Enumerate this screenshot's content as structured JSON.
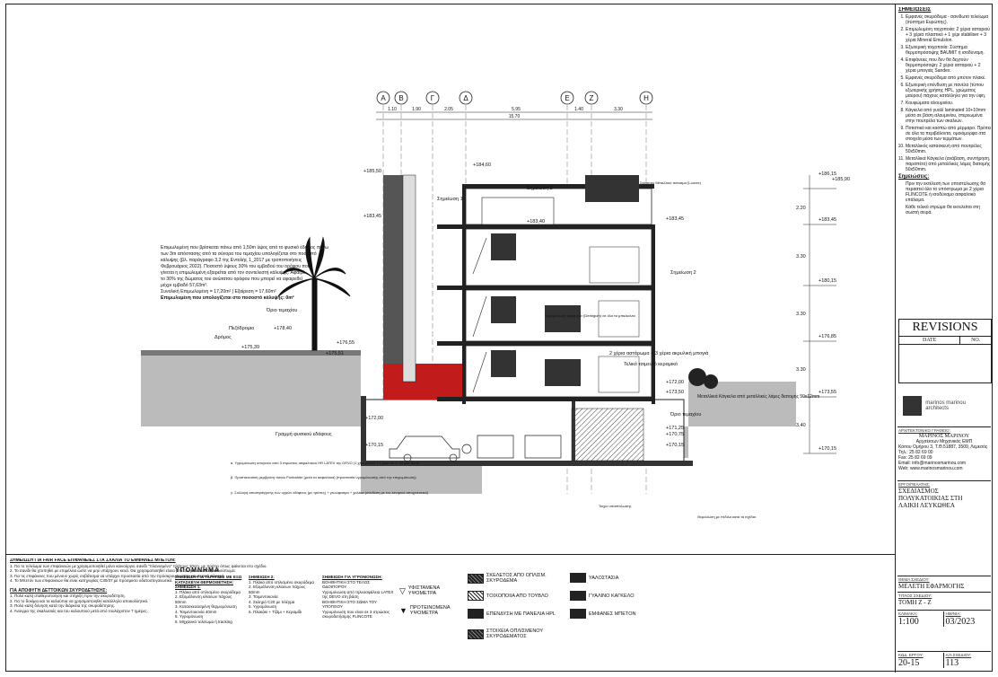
{
  "drawing": {
    "grid_labels": [
      "Α",
      "Β",
      "Γ",
      "Δ",
      "Ε",
      "Ζ",
      "Η"
    ],
    "grid_dims": [
      "1.10",
      "1.90",
      "2.05",
      "5.95",
      "1.40",
      "3.30"
    ],
    "grid_total": "15.70",
    "levels_left": [
      "+185,50",
      "+183,45",
      "+178,40",
      "+176,55",
      "+175,39",
      "+175,51",
      "+172,00",
      "+170,15"
    ],
    "levels_mid": [
      "+184,60",
      "+183,40",
      "+183,45",
      "+172,00",
      "+173,50"
    ],
    "levels_right": [
      "+186,15",
      "+185,90",
      "+183,45",
      "+180,15",
      "+176,85",
      "+173,55",
      "+170,15"
    ],
    "level_gaps": [
      "2.20",
      "3.30",
      "3.30",
      "3.30",
      "3.40"
    ],
    "rear_levels": [
      "+171,25",
      "+170,75",
      "+170,15"
    ],
    "labels": {
      "marker1": "Σημείωση 1",
      "marker2a": "Σημείωση 2",
      "marker2b": "Σημείωση 2",
      "plot_limit": "Όριο τεμαχίου",
      "plot_limit2": "Όριο τεμαχίου",
      "sidewalk": "Πεζόδρομιο",
      "road": "Δρόμος",
      "road_level": "Γραμμή φυσικού εδάφους",
      "roof_note": "Σκίαστρο Μεταλλικό πέτασμα (Louvre)",
      "paint_note": "2 χέρια αστάρωμα + 3 χέρια ακρυλική μπογιά",
      "finish_note": "Τελικό τσιμεντό κεραμικό",
      "metal_railing": "Μεταλλικά Κάγκελα από μεταλλικές λάμες διατομής 50x12mm",
      "insulation": "Υγρομόνωση ταρατσών (Derbigum) σε όλα τα μπαλκόνια",
      "ground_note": "Θεμελίωση με πέδιλα κατά τα σχέδια",
      "wall_note": "Τοιχίο υποστύλωσης"
    },
    "coverage_note": {
      "line1": "Επιμωλυμένη που βρίσκεται πάνω από 1,50m ύψος από το φυσικό έδαφος πάνω",
      "line2": "των 3m απόστασης από τα σύνορα του τεμαχίου υπολογίζεται στο ποσοστό",
      "line3": "κάλυψης (βλ. παράγραφο 3,2 της Εντολής 1_2017 με τροποποιήσεις",
      "line4": "Φεβρουάριος 2022). Ποσοστό ύψους 30% του εμβαδού του ορόφου που",
      "line5": "γίνεται η επιμωλυμένη εξαιρείται από τον συντελεστή κάλυψης. Αφαιρέ",
      "line6": "το 30% της δώματος του ανώτατου ορόφου που μπορεί να αφαιρεθεί",
      "line7": "μέχρι εμβαδό 57,63m².",
      "line8": "Συνολική Επιμωλυμένη = 17,20m² | Εξαίρεση = 17,60m²",
      "line9": "Επιμωλυμένη που υπολογίζεται στο ποσοστό κάλυψης: 0m²"
    },
    "bottom_notes": {
      "a": "α. Υγρομόνωση υπογείου από 3 στρώσεις ασφαλτικού HR LATEX της DEVO (1 χέρι primer + 1 χέρι Νο 5, Ml gaz No 6)",
      "b": "β. Προστατευτική μεμβράνη τύπου Ponbahler (μετά τα ασφαλτικά) (προστασία υγρομόνωσης από την επιχωμάτωση)",
      "c": "γ. Συλλογή αποστράγγισης των υγρών εδάφους (με τρύπες) + γεωύφασμα + χαλίκια (σύνδεση με τον κεντρικό αποχετευτικό)"
    },
    "section_label": "ΤΟΜΗ Ζ - Ζ"
  },
  "notes_block": {
    "title": "ΣΗΜΕΙΩΣΗ ΓΙΑ FAIR FACE ΕΠΙΦΑΝΕΙΕΣ ΣΤΑ ΣΧΑΛΙΑ ΤΟ ΕΜΦΑΝΕΣ ΜΠΕΤΟΝ:",
    "lines": [
      "1. Για το τελείωμα των επιφανειών με χρησιμοποιηθεί μόνο καινούργιο σανίδι \"πλανισμένο\" πλάτους 10cm. με πρέπει όπως φαίνεται στο σχέδιο.",
      "2. Το σανίδι θα χτυπηθεί με επιμέλεια ώστε να μην υπάρχουν κενά. Θα χρησιμοποιηθεί ελαιο μπετόν για εύκολο ξεκαλούπωμα.",
      "3. Για τις επιφάνειες που μένουν χωρίς σοβάτισμα να υπάρχει προστασία από την πρόσκρουση στην εσωτερική πλευρά.",
      "4. Το Μπετόν των επιφανειών θα είναι κατηγορίας C30/37 με πρόσμικτο υδατοστεγανωτικό."
    ],
    "title2": "ΓΙΑ ΑΠΟΦΥΓΗ ΔΕΤΤΟΙΚΩΝ ΣΚΥΡΟΔΕΤΗΣΗΣ:",
    "lines2": [
      "1. Πολύ καλή σταθεροποίηση και στήριξη πριν την σκυροδέτηση.",
      "2. Για το δοκίμιο και τα καλούπια να χρησιμοποιηθεί κατάλληλο αποκολλητικό.",
      "3. Πολύ καλή δόνηση κατά την διάρκεια της σκυροδέτησης.",
      "4. Άνοιγμα της σκαλωσιάς και του καλουπιού μετά από τουλάχιστον 7 ημέρες."
    ]
  },
  "legend": {
    "title": "ΥΠΟΜΝΗΜΑ",
    "col1_title": "ΣΗΜΕΙΩΣΗ ΓΙΑ ΤΑΡΑΤΣΕΣ ΜΕ ΕΞΩ ΚΑΤΑΣΚΕΥΗ ΘΕΡΜΟΘΕΤΗΣΗ:",
    "col1_sub": "ΣΗΜΕΙΩΣΗ 1:",
    "col1_lines": [
      "1. Πλάκα από οπλισμένο σκυρόδεμα",
      "2. Εξομάλυνση κλίσεων πάχους 50mm",
      "3. Κατασκευασμένη θερμομόνωση",
      "4. Τσιμεντοκονία 40mm",
      "5. Υγρομόνωση",
      "6. Μηχανικό τελείωμα ή tracking"
    ],
    "col2_title": "ΣΗΜΕΙΩΣΗ 2:",
    "col2_lines": [
      "1. Πλάκα από οπλισμένο σκυρόδεμα",
      "2. Εξομάλυνση κλίσεων πάχους 50mm",
      "3. Τσιμεντοκονία",
      "4. Σκληρό C20 με πλέγμα",
      "5. Υγρομόνωση",
      "6. Πλακάκι + Τζάμι + Κεραμίδι"
    ],
    "col3_title": "ΣΗΜΕΙΩΣΗ ΓΙΑ ΥΓΡΟΜΟΝΩΣΗ:",
    "col3_lines": [
      "ΒΟΗΘΗΤΙΚΗ ΣΤΟ ΤΕΛΟΣ ΟΔΟΙΠΟΡΟΥ",
      "Υγρομόνωση από τηλεασφάλεια LATEX",
      "της DEVO στη βάση",
      "ΒΟΗΘΗΤΙΚΗ ΣΤΟ ΣΩΜΑ ΤΟΥ ΥΠΟΓΕΙΟΥ",
      "Υγρομόνωση που είναι σε 3 στρώσεις",
      "σκυροδετήσιμης FLINCOTE"
    ],
    "sym1": "ΥΦΙΣΤΑΜΕΝΑ ΥΨΟΜΕΤΡΑ",
    "sym2": "ΠΡΟΤΕΙΝΟΜΕΝΑ ΥΨΟΜΕΤΡΑ",
    "mat1": "ΣΚΕΛΕΤΟΣ ΑΠΟ ΟΠΛΙΣΜ. ΣΚΥΡΟΔΕΜΑ",
    "mat2": "ΤΟΙΧΟΠΟΙΙΑ ΑΠΟ ΤΟΥΒΛΟ",
    "mat3": "ΕΠΕΝΔΥΣΗ ΜΕ ΠΑΝΕΛΙΑ HPL",
    "mat4": "ΣΤΟΙΧΕΙΑ ΟΠΛΙΣΜΕΝΟΥ ΣΚΥΡΟΔΕΜΑΤΟΣ",
    "mat5": "ΥΑΛΟΣΤΑΣΙΑ",
    "mat6": "ΓΥΑΛΙΝΟ ΚΑΓΚΕΛΟ",
    "mat7": "ΕΜΦΑΝΕΣ ΜΠΕΤΟΝ"
  },
  "titleblock": {
    "notes_title": "ΣΗΜΕΙΩΣΕΙΣ",
    "notes": [
      "Εμφανές σκυρόδεμα - σανιδωτό τελείωμα (σύστημα Ευρώπης).",
      "Επιμωλυμένη τοιχοποιία: 2 χέρια ασταριού + 3 χέρια πλαστικό + 1 χέρι stabiliser + 3 χέρια Mineral Emulsion.",
      "Εξωτερική τοιχοποιία: Σύστημα θερμοπρόσοψης BAUMIT ή ισοδύναμη.",
      "Επιφάνειες που δεν θα δεχτούν θερμοπρόσοψη: 2 χέρια ασταριού + 2 χέρια μπογιάς Sandex.",
      "Εμφανές σκυρόδεμα από μπέτον πλακέ.",
      "Εξωτερική επένδυση με πανέλα (τύπου εξωτερικής χρήσης HPL, χρώματος μαύρου) πάχους κατάλληλο για την ύφη.",
      "Κουφώματα αλουμινίου.",
      "Κάγκελα από γυαλί laminated 10+10mm μέσα σε βάση αλουμινίου, στερεωμένα στην πουτρέλα των σκαλιών.",
      "Ποτιστικό και κασπώ από μέρμαρο. Πρέπει σε όλα τα περιβάλοντα, ομοιόμορφα στα στοιχεία μέσα των τερμάτων.",
      "Μεταλλικός κατασκευή από πουτρέλες 50x50mm.",
      "Μεταλλικά Κάγκελα (ανάβαση, συντήρηση, παραπέτο) από μεταλλικές λάμες διατομής 50x50mm."
    ],
    "notes2_title": "Σημειώσεις:",
    "notes2": [
      "Πριν την εκτέλεση των υποστύλωσης θα περαστεί όλο το υπόστρωμα με 2 χέρια FLINCOTE ή ισοδύναμο ασφαλτικό επάλειμα.",
      "Κάθε τελικό στρώμα θα εκτελείται στη σωστή σειρά."
    ],
    "revisions_title": "REVISIONS",
    "rev_date": "DATE",
    "rev_no": "NO.",
    "logo_text": "marinos marinou architects",
    "architect_label": "ΑΡΧΙΤΕΚΤΟΝΙΚΟ ΓΡΑΦΕΙΟ:",
    "architect_name": "ΜΑΡΙΝΟΣ ΜΑΡΙΝΟΥ",
    "architect_title": "Αρχιτέκτων Μηχανικός ΕΜΠ",
    "architect_address": "Κόιτου Ομήρου 3, T.Θ.51887, 3509, Λεμεσός",
    "architect_phone": "Τηλ.: 25 82 69 00",
    "architect_fax": "Fax: 25 82 69 09",
    "architect_email": "Email: info@marinosmarinou.com",
    "architect_web": "Web: www.marinosmarinou.com",
    "project_label": "ΕΡΓΟ/ΠΕΛΑΤΗΣ:",
    "project_line1": "ΣΧΕΔΙΑΣΜΟΣ",
    "project_line2": "ΠΟΛΥΚΑΤΟΙΚΙΑΣ ΣΤΗ",
    "project_line3": "ΛΑΙΚΗ ΛΕΥΚΩΘΕΑ",
    "subject_label": "ΘΕΜΑ ΣΧΕΔΙΟΥ:",
    "subject": "ΜΕΛΕΤΗ ΕΦΑΡΜΟΓΗΣ",
    "drawing_label": "ΤΙΤΛΟΣ ΣΧΕΔΙΟΥ:",
    "drawing_title": "ΤΟΜΗ Ζ - Ζ",
    "scale_label": "ΚΛΙΜΑΚΑ:",
    "scale": "1:100",
    "date_label": "ΗΜ/ΝΙΑ:",
    "date": "03/2023",
    "code_label": "ΚΩΔ. ΕΡΓΟΥ:",
    "code": "20-15",
    "sheet_label": "Α/Α ΣΧΕΔΙΟΥ:",
    "sheet": "113"
  }
}
